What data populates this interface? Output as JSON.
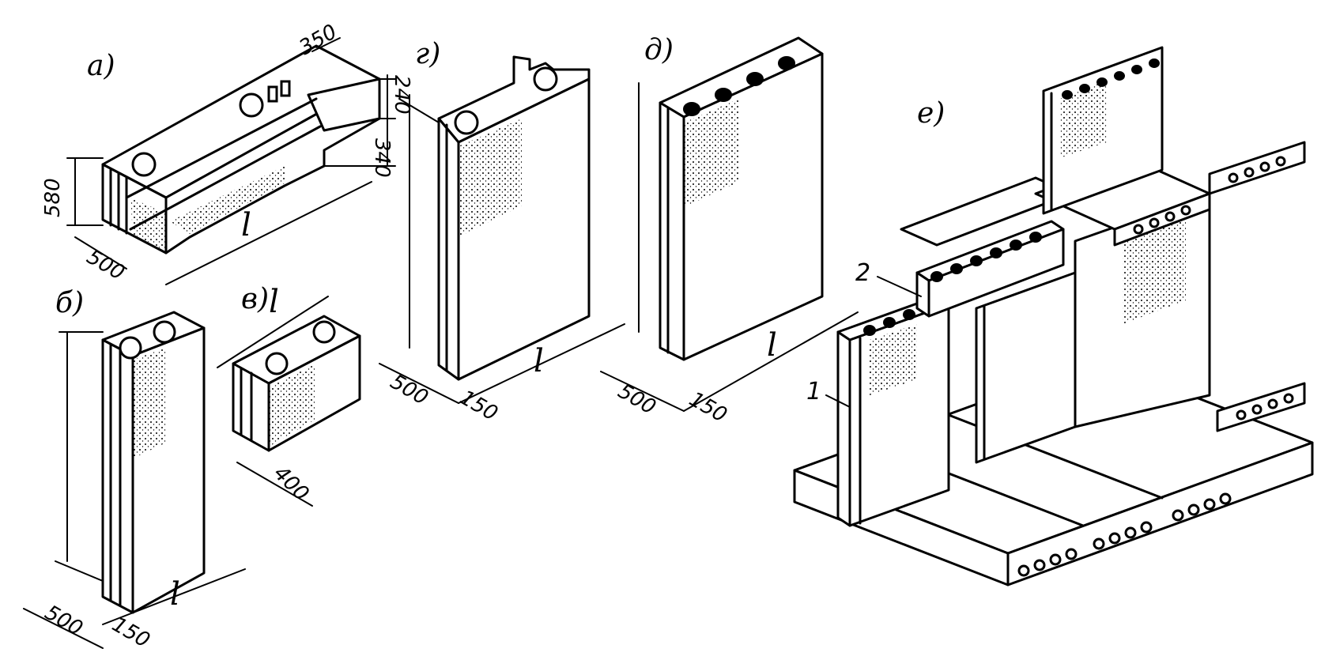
{
  "figure": {
    "panel_labels": {
      "a": "а)",
      "b": "б)",
      "v": "в)",
      "g": "г)",
      "d": "д)",
      "e": "е)"
    },
    "dimensions": {
      "a_350": "350",
      "a_240": "240",
      "a_340": "340",
      "a_580": "580",
      "a_500": "500",
      "a_l": "l",
      "b_500": "500",
      "b_150": "150",
      "b_l": "l",
      "v_l": "l",
      "v_400": "400",
      "g_500": "500",
      "g_150": "150",
      "g_l": "l",
      "d_500": "500",
      "d_150": "150",
      "d_l": "l"
    },
    "callouts": {
      "one": "1",
      "two": "2"
    }
  }
}
